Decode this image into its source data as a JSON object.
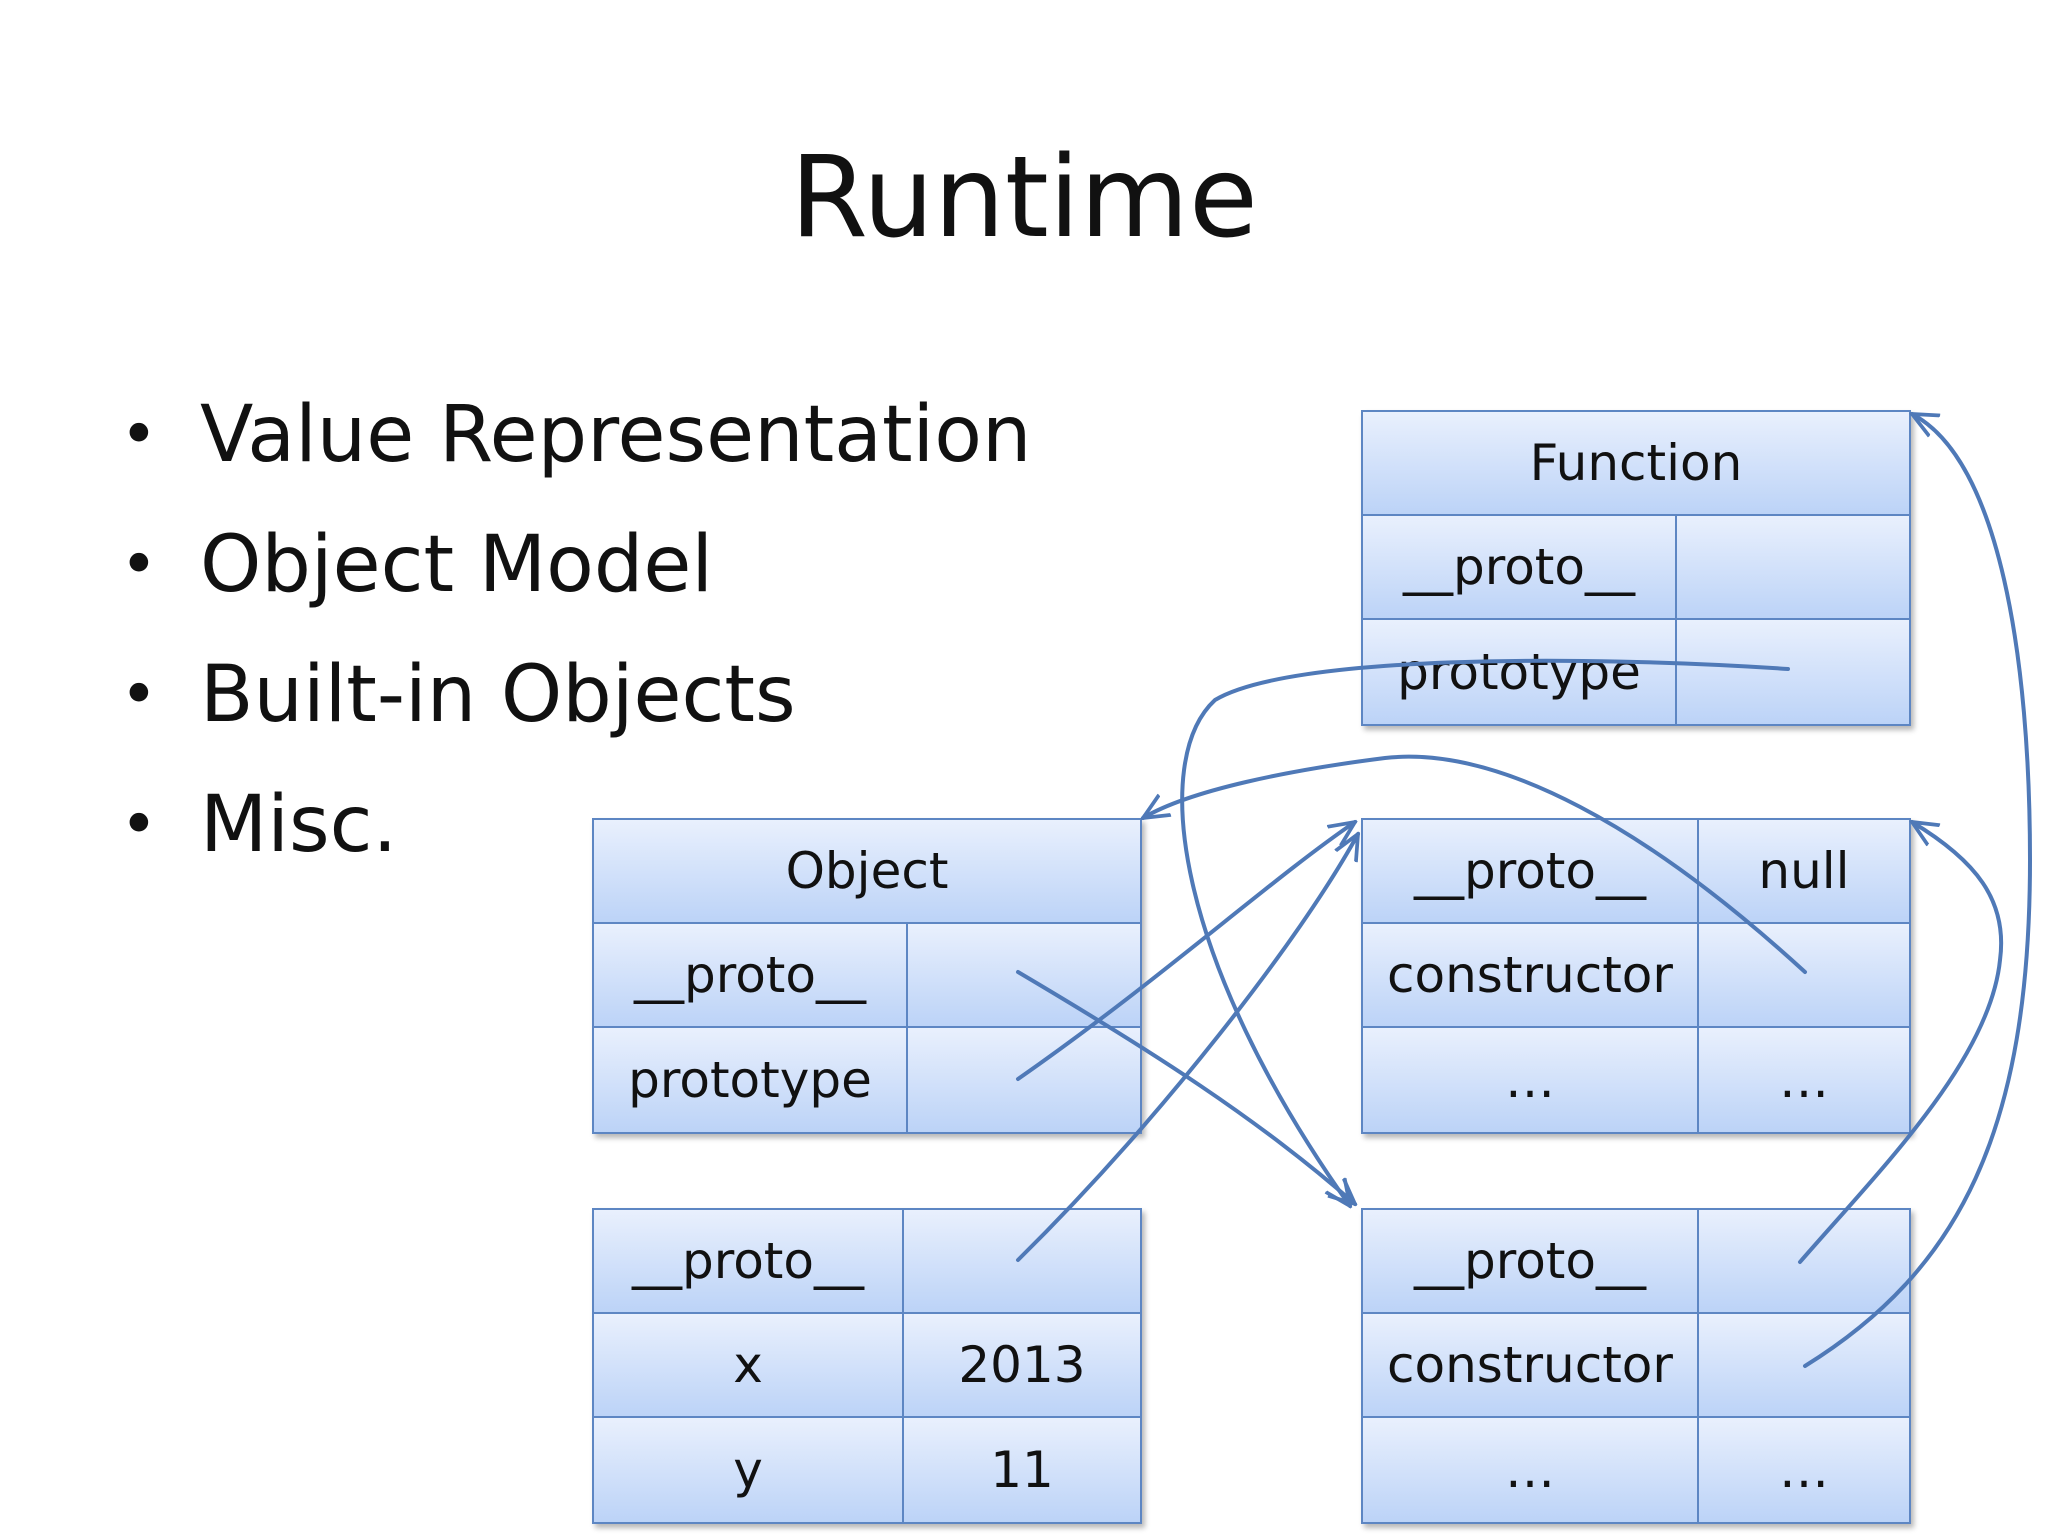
{
  "title": "Runtime",
  "bullets": [
    "Value Representation",
    "Object Model",
    "Built-in Objects",
    "Misc."
  ],
  "colors": {
    "border": "#5d86c3",
    "fill_top": "#e9f0fd",
    "fill_bottom": "#bcd3f7",
    "arrow": "#4f79b7"
  },
  "objects": {
    "function": {
      "name": "Function",
      "rows": [
        [
          "__proto__",
          ""
        ],
        [
          "prototype",
          ""
        ]
      ]
    },
    "object": {
      "name": "Object",
      "rows": [
        [
          "__proto__",
          ""
        ],
        [
          "prototype",
          ""
        ]
      ]
    },
    "object_prototype": {
      "rows": [
        [
          "__proto__",
          "null"
        ],
        [
          "constructor",
          ""
        ],
        [
          "…",
          "…"
        ]
      ]
    },
    "function_prototype": {
      "rows": [
        [
          "__proto__",
          ""
        ],
        [
          "constructor",
          ""
        ],
        [
          "…",
          "…"
        ]
      ]
    },
    "instance": {
      "rows": [
        [
          "__proto__",
          ""
        ],
        [
          "x",
          "2013"
        ],
        [
          "y",
          "11"
        ]
      ]
    }
  }
}
